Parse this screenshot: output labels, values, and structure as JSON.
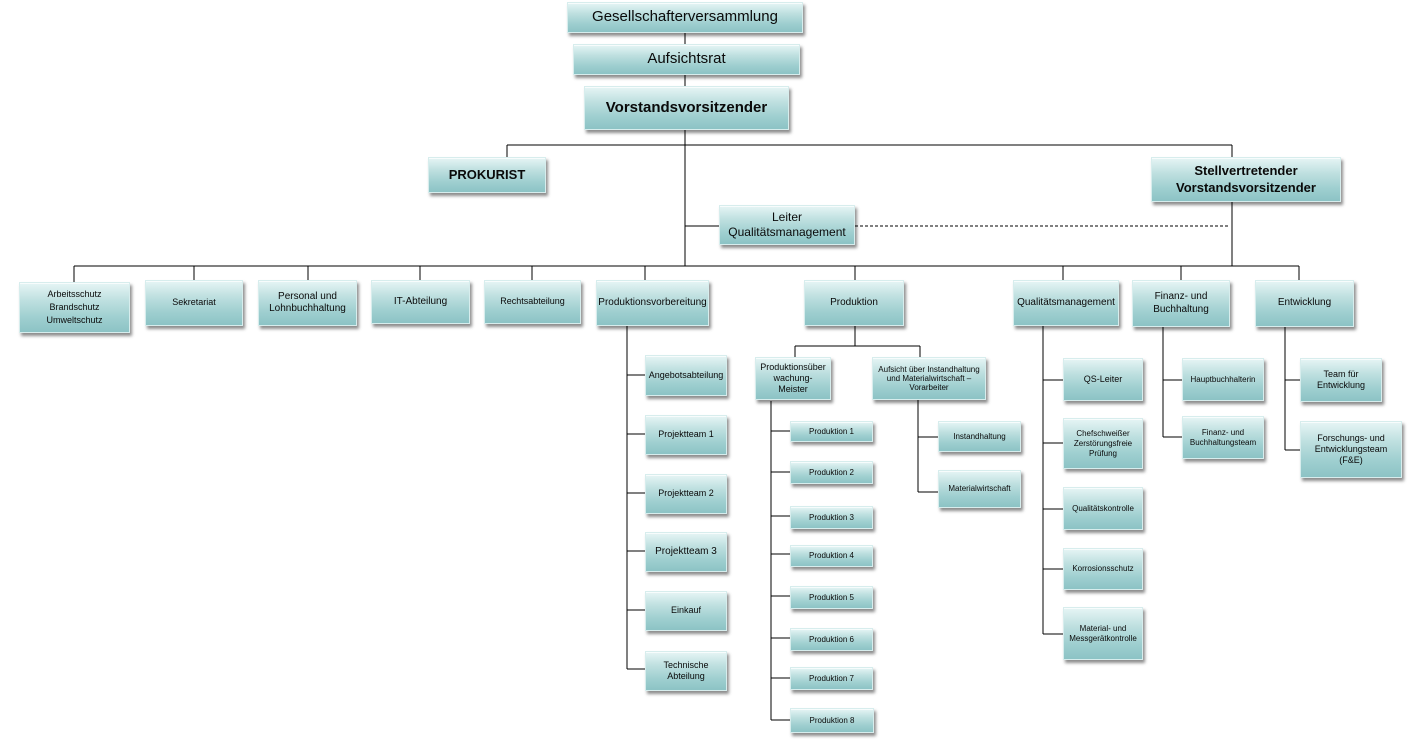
{
  "top": {
    "shareholders": "Gesellschafterversammlung",
    "supervisory_board": "Aufsichtsrat",
    "ceo": "Vorstandsvorsitzender",
    "prokurist": "PROKURIST",
    "deputy_ceo": "Stellvertretender\nVorstandsvorsitzender",
    "qm_lead": "Leiter\nQualitätsmanagement"
  },
  "departments": {
    "safety": "Arbeitsschutz\nBrandschutz\nUmweltschutz",
    "secretariat": "Sekretariat",
    "hr": "Personal und\nLohnbuchhaltung",
    "it": "IT-Abteilung",
    "legal": "Rechtsabteilung",
    "prod_prep": "Produktionsvorbereitung",
    "production": "Produktion",
    "quality": "Qualitätsmanagement",
    "finance": "Finanz- und\nBuchhaltung",
    "development": "Entwicklung"
  },
  "prod_prep_items": [
    "Angebotsabteilung",
    "Projektteam 1",
    "Projektteam 2",
    "Projektteam 3",
    "Einkauf",
    "Technische\nAbteilung"
  ],
  "production_sub": {
    "supervisor": "Produktionsüber\nwachung-\nMeister",
    "maintenance_lead": "Aufsicht über Instandhaltung\nund Materialwirtschaft –\nVorarbeiter",
    "lines": [
      "Produktion 1",
      "Produktion 2",
      "Produktion 3",
      "Produktion 4",
      "Produktion 5",
      "Produktion 6",
      "Produktion 7",
      "Produktion 8"
    ],
    "maintenance_items": [
      "Instandhaltung",
      "Materialwirtschaft"
    ]
  },
  "quality_items": [
    "QS-Leiter",
    "Chefschweißer\nZerstörungsfreie\nPrüfung",
    "Qualitätskontrolle",
    "Korrosionsschutz",
    "Material- und\nMessgerätkontrolle"
  ],
  "finance_items": [
    "Hauptbuchhalterin",
    "Finanz- und\nBuchhaltungsteam"
  ],
  "development_items": [
    "Team für\nEntwicklung",
    "Forschungs- und\nEntwicklungsteam\n(F&E)"
  ]
}
